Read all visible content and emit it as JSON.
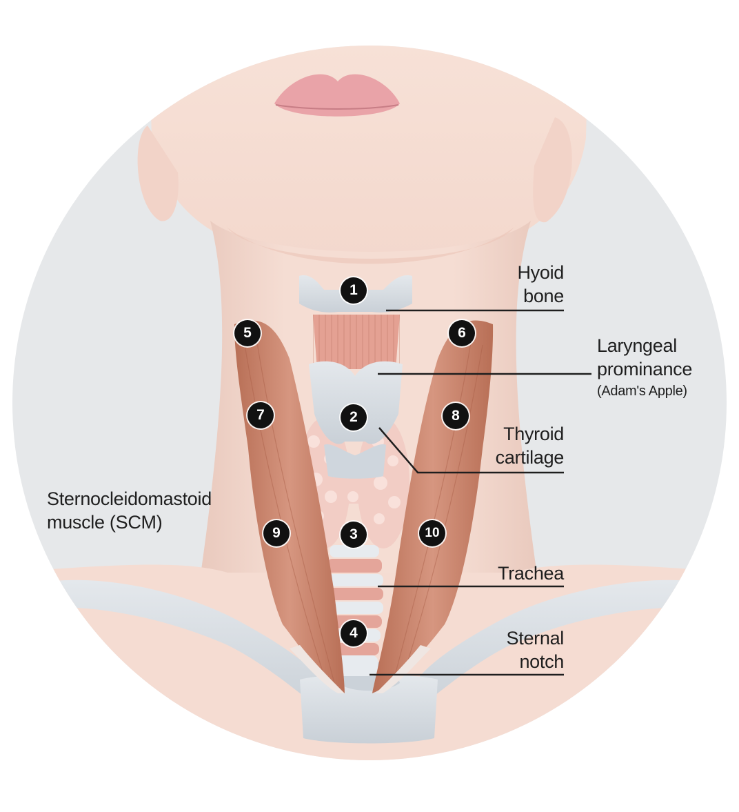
{
  "labels": {
    "hyoid": [
      "Hyoid",
      "bone"
    ],
    "laryngeal": [
      "Laryngeal",
      "prominance"
    ],
    "laryngeal_note": "(Adam's Apple)",
    "thyroid": [
      "Thyroid",
      "cartilage"
    ],
    "scm": [
      "Sternocleidomastoid",
      "muscle (SCM)"
    ],
    "trachea": "Trachea",
    "sternal": [
      "Sternal",
      "notch"
    ]
  },
  "markers": [
    "1",
    "2",
    "3",
    "4",
    "5",
    "6",
    "7",
    "8",
    "9",
    "10"
  ],
  "colors": {
    "background": "#ffffff",
    "circle": "#e6e8ea",
    "skin": "#f6ddd3",
    "lips": "#eaa6aa",
    "muscle": "#c98468",
    "cartilage": "#d7dde3",
    "thyroid_gland": "#f3cfc7",
    "leader_line": "#1e1e1e",
    "marker": "#111111"
  }
}
